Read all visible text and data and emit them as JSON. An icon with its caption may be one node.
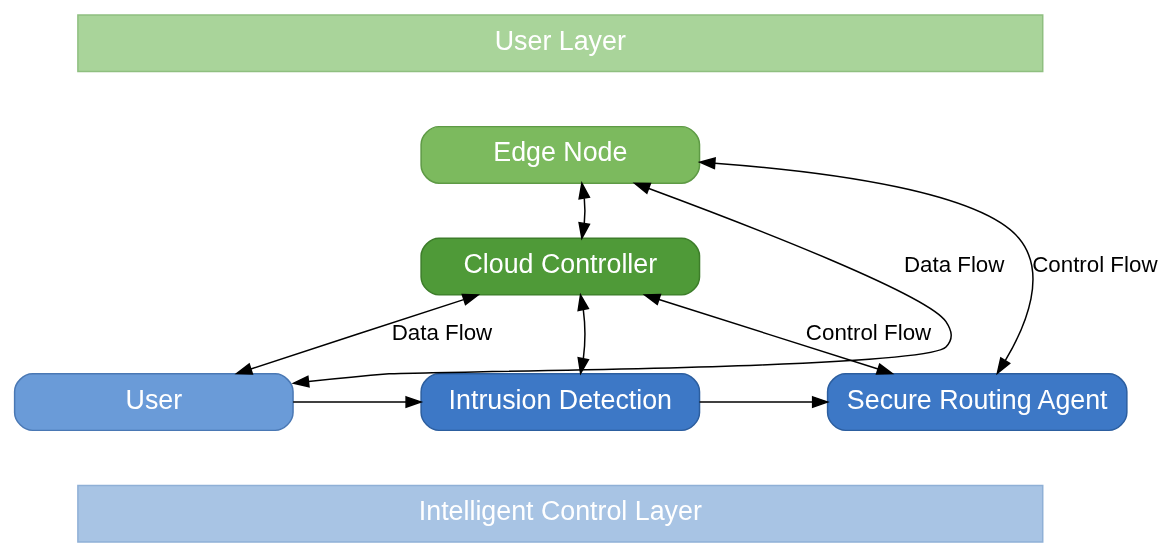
{
  "diagram": {
    "nodes": [
      {
        "text": [
          "User Layer"
        ]
      },
      {
        "text": [
          "Edge Node"
        ]
      },
      {
        "text": [
          "Cloud Controller"
        ]
      },
      {
        "text": [
          "User"
        ]
      },
      {
        "text": [
          "Intrusion Detection"
        ]
      },
      {
        "text": [
          "Secure Routing Agent"
        ]
      },
      {
        "text": [
          "Intelligent Control Layer"
        ]
      }
    ],
    "edges": [
      {
        "from": 3,
        "to": 1,
        "arrow": "both",
        "label": "Data Flow"
      },
      {
        "from": 3,
        "to": 2,
        "arrow": "both",
        "label": "Data Flow"
      },
      {
        "from": 5,
        "to": 1,
        "arrow": "both",
        "label": "Control Flow"
      },
      {
        "from": 5,
        "to": 2,
        "arrow": "both",
        "label": "Control Flow"
      },
      {
        "from": 1,
        "to": 2,
        "arrow": "both"
      },
      {
        "from": 2,
        "to": 4,
        "arrow": "both"
      },
      {
        "from": 3,
        "to": 4,
        "arrow": "to"
      },
      {
        "from": 4,
        "to": 5,
        "arrow": "to"
      }
    ]
  }
}
